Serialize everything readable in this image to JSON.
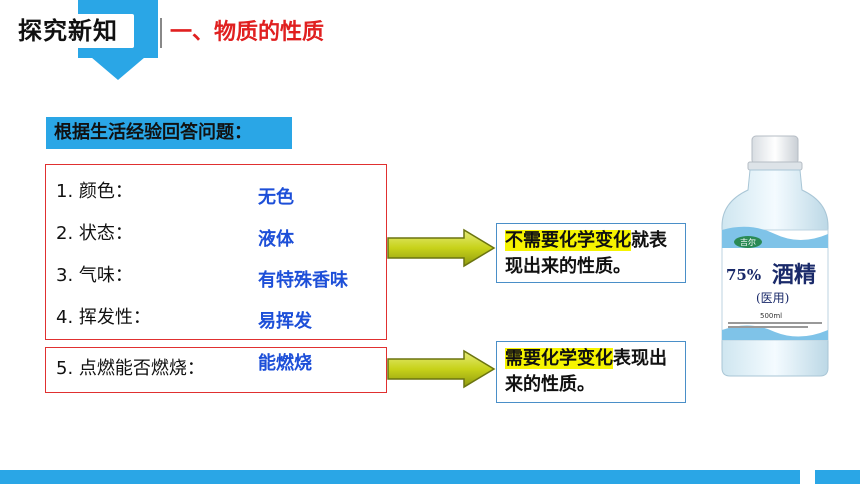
{
  "header": {
    "tag_title": "探究新知",
    "subtitle": "一、物质的性质"
  },
  "prompt": "根据生活经验回答问题：",
  "properties": [
    {
      "label": "1. 颜色：",
      "value": "无色"
    },
    {
      "label": "2. 状态：",
      "value": "液体"
    },
    {
      "label": "3. 气味：",
      "value": "有特殊香味"
    },
    {
      "label": "4. 挥发性：",
      "value": "易挥发"
    },
    {
      "label": "5. 点燃能否燃烧：",
      "value": "能燃烧"
    }
  ],
  "results": {
    "physical": {
      "pre": "",
      "highlight": "不需要化学变化",
      "post": "就表现出来的性质。"
    },
    "chemical": {
      "pre": "",
      "highlight": "需要化学变化",
      "post": "表现出来的性质。"
    }
  },
  "bottle": {
    "brand": "吉尔",
    "percent": "75%",
    "name": "酒精",
    "sub": "(医用)",
    "volume": "500ml"
  },
  "colors": {
    "accent": "#2aa6e6",
    "red": "#e02020",
    "value_blue": "#1d4fd8",
    "highlight": "#f6f400",
    "arrow_green": "#c7d21a"
  }
}
